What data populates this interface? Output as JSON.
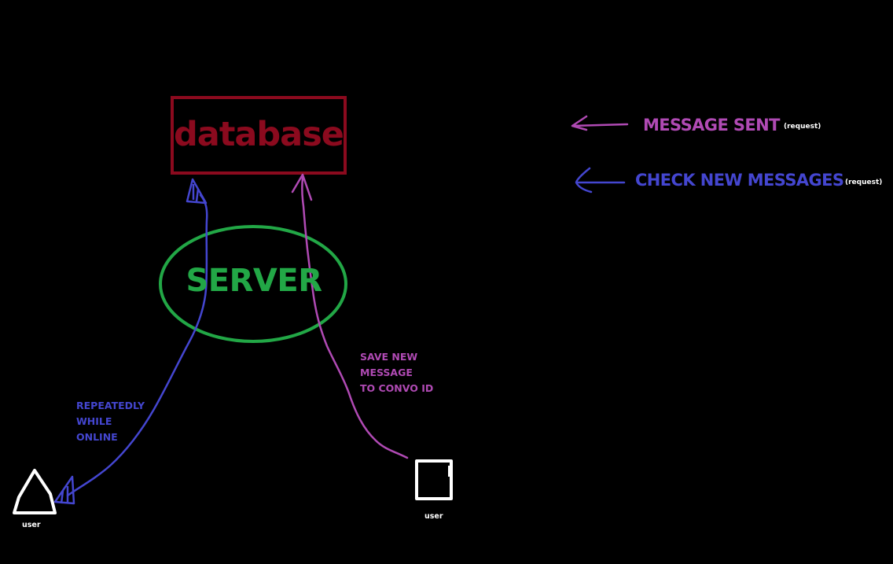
{
  "colors": {
    "database": "#8b0a1e",
    "server": "#22a746",
    "message_sent": "#b04ab4",
    "check_messages": "#4446d0",
    "user": "#ffffff",
    "background": "#000000"
  },
  "database": {
    "label": "database"
  },
  "server": {
    "label": "SERVER"
  },
  "legend": [
    {
      "label": "MESSAGE SENT",
      "note": "(request)",
      "icon": "left-arrow-icon"
    },
    {
      "label": "CHECK NEW MESSAGES",
      "note": "(request)",
      "icon": "left-arrow-icon"
    }
  ],
  "annotations": {
    "check_path": [
      "REPEATEDLY",
      "WHILE",
      "ONLINE"
    ],
    "send_path": [
      "SAVE NEW",
      "MESSAGE",
      "TO CONVO ID"
    ]
  },
  "users": [
    {
      "label": "user",
      "icon": "triangle-user-icon"
    },
    {
      "label": "user",
      "icon": "square-user-icon"
    }
  ]
}
